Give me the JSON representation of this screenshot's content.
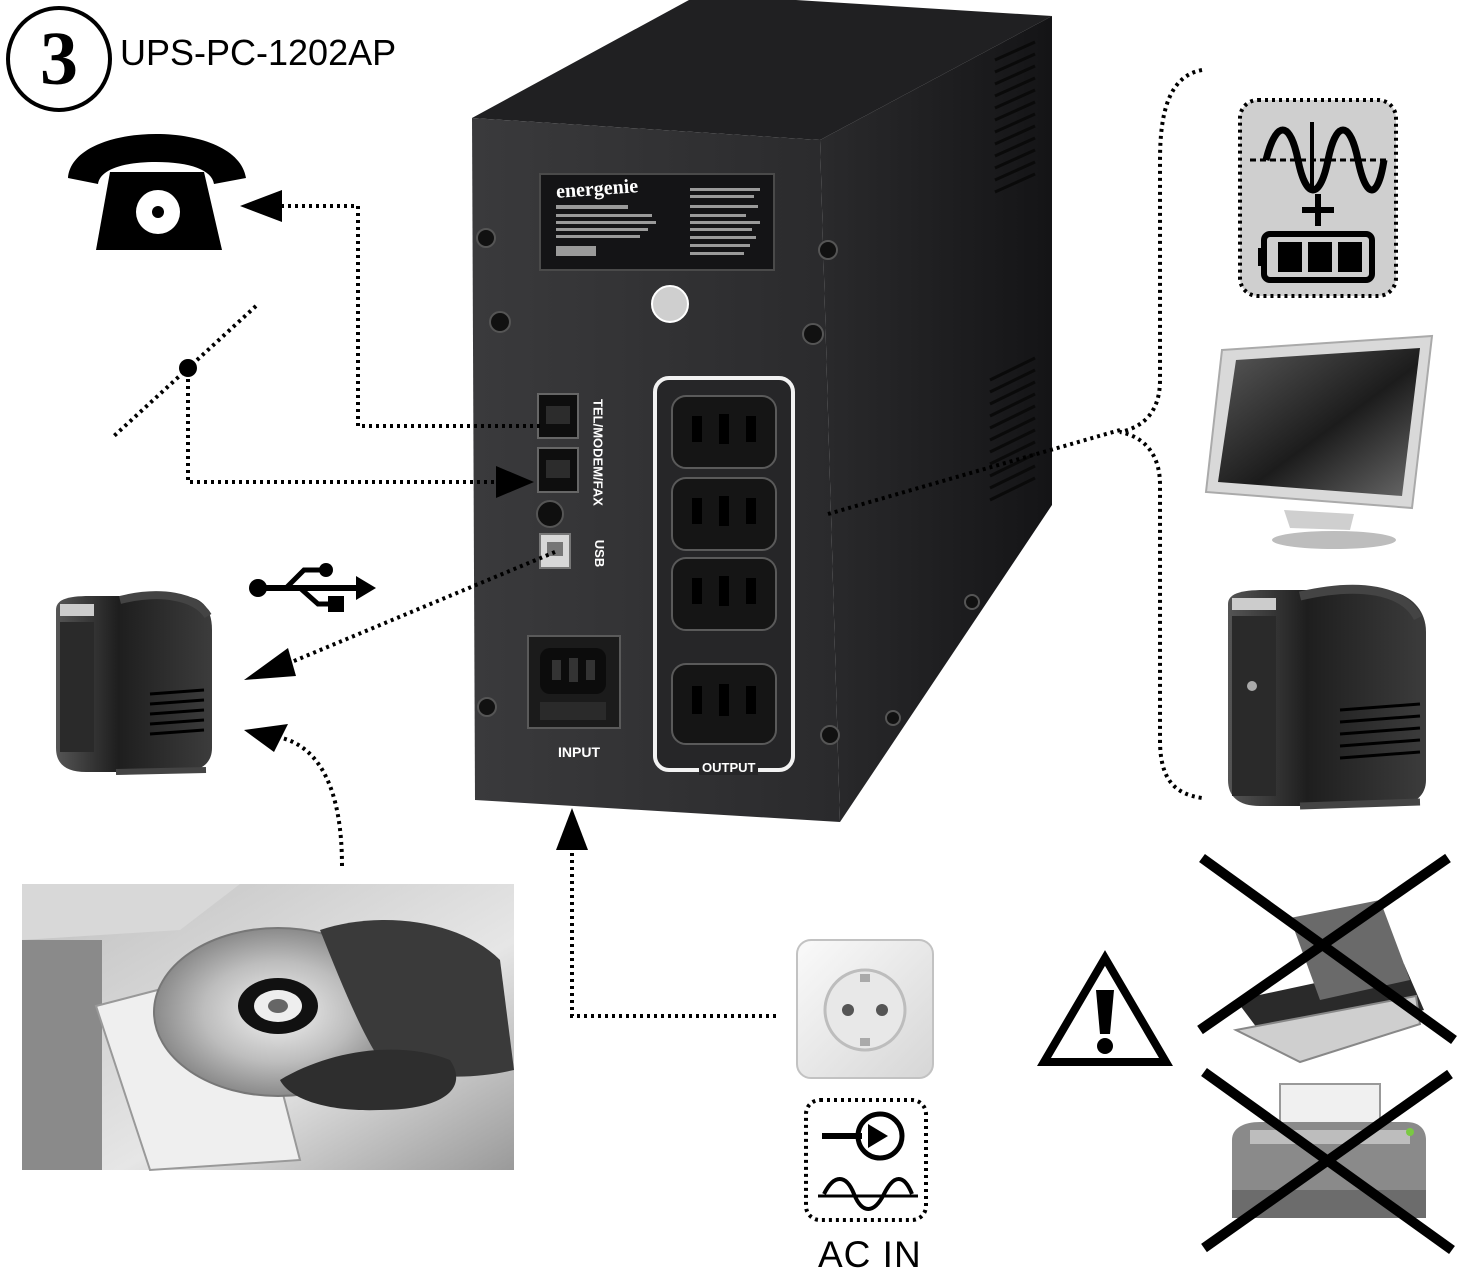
{
  "header": {
    "step_number": "3",
    "model": "UPS-PC-1202AP"
  },
  "ups": {
    "brand": "energenie",
    "ports": {
      "tel_label": "TEL/MODEM/FAX",
      "usb_label": "USB",
      "input_label": "INPUT",
      "output_label": "OUTPUT"
    }
  },
  "legend": {
    "ac_in": "AC IN"
  },
  "devices": {
    "left": [
      "telephone-icon",
      "phone-line-icon",
      "usb-icon",
      "pc-tower-icon",
      "cd-drive-photo"
    ],
    "right": [
      "avr-battery-icon",
      "monitor-icon",
      "pc-tower-icon",
      "warning-icon",
      "scanner-crossed-icon",
      "printer-crossed-icon"
    ],
    "bottom": [
      "wall-socket-icon",
      "ac-in-icon"
    ]
  },
  "colors": {
    "ups_body": "#2b2b2d",
    "ink": "#000000",
    "panel_gray": "#cfcfcf"
  }
}
